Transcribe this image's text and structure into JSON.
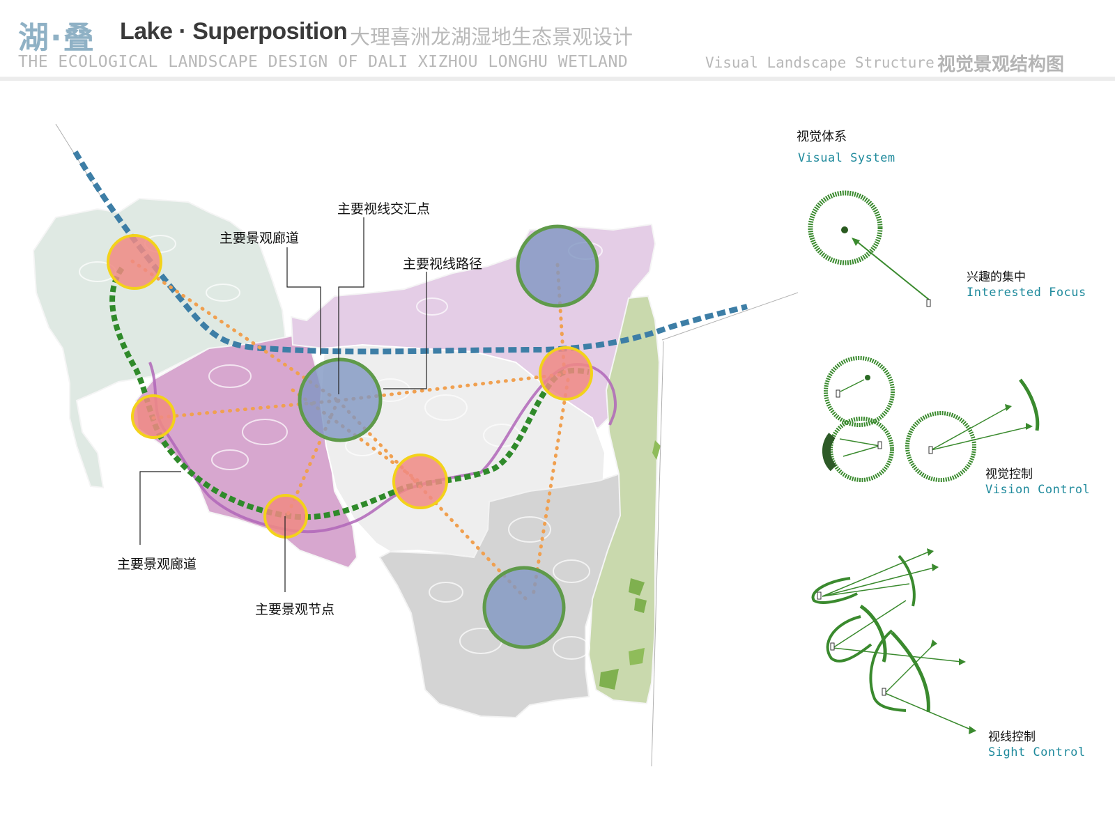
{
  "header": {
    "title_cn_a": "湖·叠",
    "title_en": "Lake · Superposition",
    "title_cn_b": "大理喜洲龙湖湿地生态景观设计",
    "subtitle_en": "THE ECOLOGICAL LANDSCAPE DESIGN OF DALI XIZHOU LONGHU WETLAND",
    "section_en": "Visual Landscape Structure",
    "section_cn": "视觉景观结构图"
  },
  "map_labels": {
    "sightline_intersection": "主要视线交汇点",
    "corridor_top": "主要景观廊道",
    "sightline_path": "主要视线路径",
    "corridor_bottom": "主要景观廊道",
    "landscape_node": "主要景观节点"
  },
  "legend": {
    "title_cn": "视觉体系",
    "title_en": "Visual System",
    "items": [
      {
        "cn": "兴趣的集中",
        "en": "Interested Focus"
      },
      {
        "cn": "视觉控制",
        "en": "Vision Control"
      },
      {
        "cn": "视线控制",
        "en": "Sight Control"
      }
    ]
  },
  "colors": {
    "node_fill": "#f08a84",
    "node_ring": "#f3d21a",
    "intersection_fill": "#7f96c2",
    "intersection_ring": "#5f9a4a",
    "sightline": "#f0a050",
    "corridor_green": "#2f8a2a",
    "corridor_blue": "#3d7ea6",
    "legend_green": "#3a8a2e"
  }
}
